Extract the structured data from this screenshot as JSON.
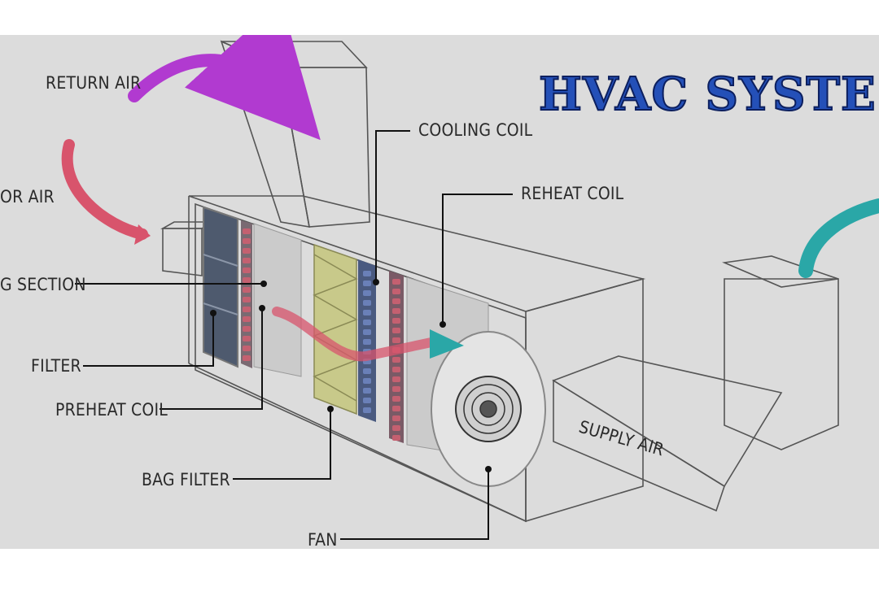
{
  "title": "HVAC SYSTE",
  "labels": {
    "return_air": "RETURN AIR",
    "outdoor_air": "OR AIR",
    "mixing_section": "G SECTION",
    "filter": "FILTER",
    "preheat_coil": "PREHEAT COIL",
    "bag_filter": "BAG FILTER",
    "fan": "FAN",
    "cooling_coil": "COOLING COIL",
    "reheat_coil": "REHEAT COIL",
    "supply_air": "SUPPLY AIR"
  },
  "colors": {
    "return_air_arrow": "#b13ad0",
    "outdoor_air_arrow": "#d8546c",
    "supply_air_arrow": "#2aa7a7",
    "title": "#2450b8",
    "housing": "#a9a9a9",
    "bag_filter": "#c8c98a"
  }
}
